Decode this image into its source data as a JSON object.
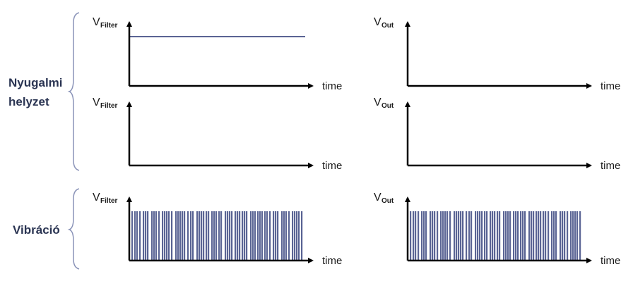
{
  "groups": [
    {
      "id": "rest",
      "label_lines": [
        "Nyugalmi",
        "helyzet"
      ]
    },
    {
      "id": "vibration",
      "label_lines": [
        "Vibráció"
      ]
    }
  ],
  "axis_names": {
    "filter": {
      "main": "V",
      "sub": "Filter"
    },
    "out": {
      "main": "V",
      "sub": "Out"
    }
  },
  "time_label": "time",
  "colors": {
    "signal": "#5a6494",
    "axis": "#000000",
    "brace": "#8a93b8",
    "label": "#2b3553"
  },
  "charts": [
    {
      "id": "rest1-filter",
      "y": "filter",
      "signal": "high"
    },
    {
      "id": "rest1-out",
      "y": "out",
      "signal": "low"
    },
    {
      "id": "rest2-filter",
      "y": "filter",
      "signal": "low"
    },
    {
      "id": "rest2-out",
      "y": "out",
      "signal": "low"
    },
    {
      "id": "vib-filter",
      "y": "filter",
      "signal": "pulses"
    },
    {
      "id": "vib-out",
      "y": "out",
      "signal": "pulses"
    }
  ]
}
